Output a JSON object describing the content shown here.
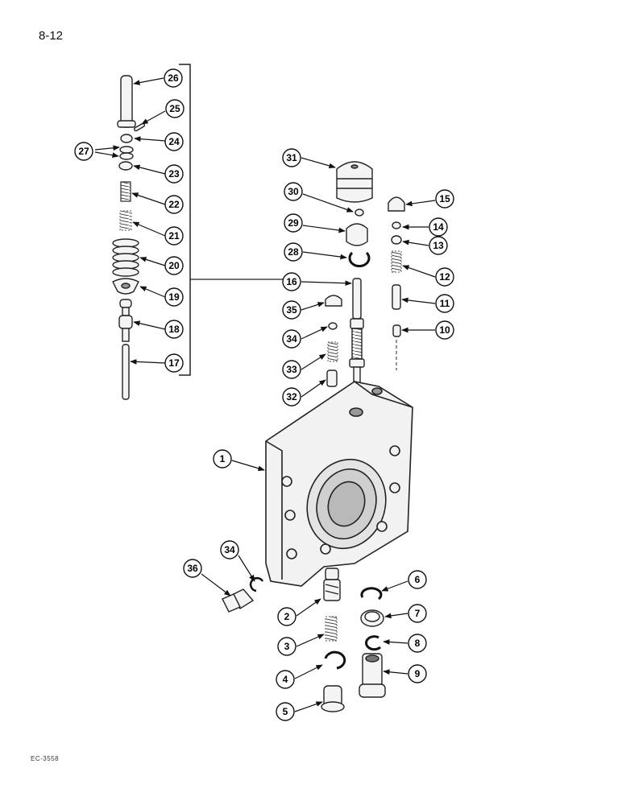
{
  "page": {
    "number": "8-12",
    "footer_code": "EC-3558"
  },
  "callouts": [
    {
      "id": "c26",
      "label": "26"
    },
    {
      "id": "c25",
      "label": "25"
    },
    {
      "id": "c24",
      "label": "24"
    },
    {
      "id": "c27",
      "label": "27"
    },
    {
      "id": "c23",
      "label": "23"
    },
    {
      "id": "c22",
      "label": "22"
    },
    {
      "id": "c21",
      "label": "21"
    },
    {
      "id": "c20",
      "label": "20"
    },
    {
      "id": "c19",
      "label": "19"
    },
    {
      "id": "c18",
      "label": "18"
    },
    {
      "id": "c17",
      "label": "17"
    },
    {
      "id": "c31",
      "label": "31"
    },
    {
      "id": "c30",
      "label": "30"
    },
    {
      "id": "c29",
      "label": "29"
    },
    {
      "id": "c28",
      "label": "28"
    },
    {
      "id": "c16",
      "label": "16"
    },
    {
      "id": "c35",
      "label": "35"
    },
    {
      "id": "c34a",
      "label": "34"
    },
    {
      "id": "c33",
      "label": "33"
    },
    {
      "id": "c32",
      "label": "32"
    },
    {
      "id": "c15",
      "label": "15"
    },
    {
      "id": "c14",
      "label": "14"
    },
    {
      "id": "c13",
      "label": "13"
    },
    {
      "id": "c12",
      "label": "12"
    },
    {
      "id": "c11",
      "label": "11"
    },
    {
      "id": "c10",
      "label": "10"
    },
    {
      "id": "c1",
      "label": "1"
    },
    {
      "id": "c34b",
      "label": "34"
    },
    {
      "id": "c36",
      "label": "36"
    },
    {
      "id": "c2",
      "label": "2"
    },
    {
      "id": "c3",
      "label": "3"
    },
    {
      "id": "c4",
      "label": "4"
    },
    {
      "id": "c5",
      "label": "5"
    },
    {
      "id": "c6",
      "label": "6"
    },
    {
      "id": "c7",
      "label": "7"
    },
    {
      "id": "c8",
      "label": "8"
    },
    {
      "id": "c9",
      "label": "9"
    }
  ]
}
